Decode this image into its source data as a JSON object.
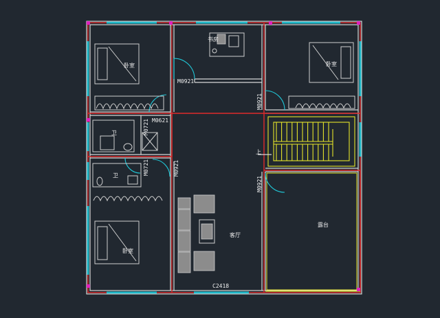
{
  "rooms": {
    "bedroom_nw": "卧室",
    "study": "书房",
    "bedroom_ne": "卧室",
    "wc_upper": "卫",
    "wc_lower": "卫",
    "bedroom_sw": "卧室",
    "living": "客厅",
    "terrace": "露台"
  },
  "tags": {
    "door_study": "M0921",
    "door_ne": "M0921",
    "door_wc_upper_top": "M0621",
    "door_wc_upper_side": "M0721",
    "door_wc_lower": "M0721",
    "door_mid": "M0921",
    "door_right_lower": "M0921",
    "window_bottom": "C2418",
    "stair_mark": "上"
  },
  "colors": {
    "background": "#212830",
    "wall": "#d8d8d8",
    "red_line": "#e02a2a",
    "window": "#1fb8c8",
    "stair": "#e6e62a",
    "marker": "#e020c0"
  }
}
